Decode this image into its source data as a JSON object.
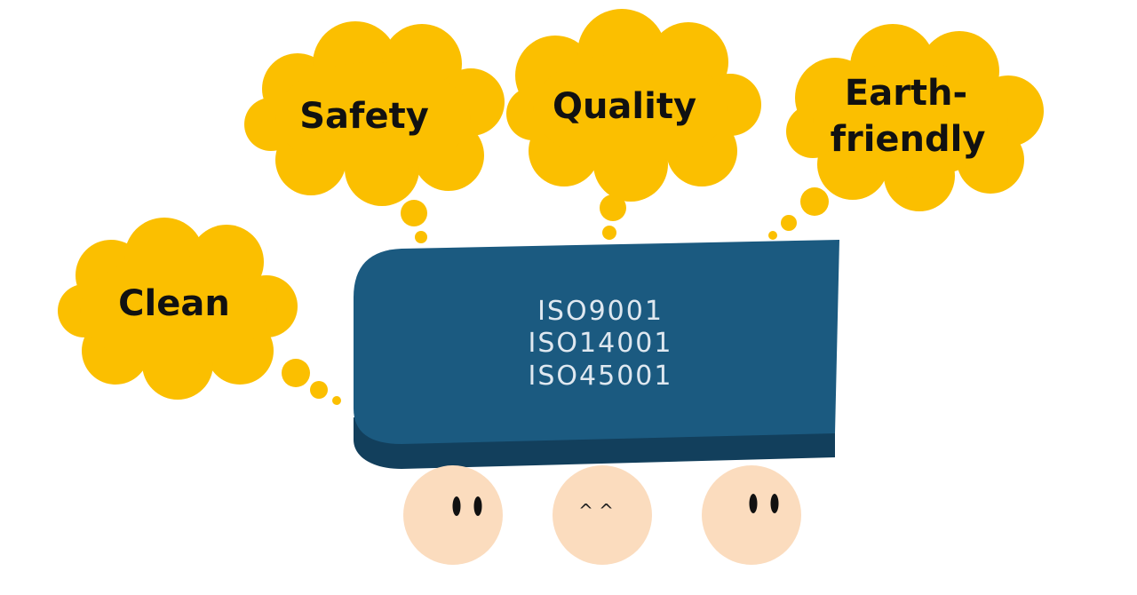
{
  "clouds": {
    "safety": "Safety",
    "quality": "Quality",
    "earth_line1": "Earth-",
    "earth_line2": "friendly",
    "clean": "Clean"
  },
  "board": {
    "line1": "ISO9001",
    "line2": "ISO14001",
    "line3": "ISO45001"
  },
  "faces": {
    "middle_eyes": "^ ^"
  },
  "colors": {
    "cloud": "#fbbf00",
    "board_top": "#1b5a80",
    "board_side": "#123f5c",
    "face": "#fbdcbe",
    "eye": "#111111"
  }
}
